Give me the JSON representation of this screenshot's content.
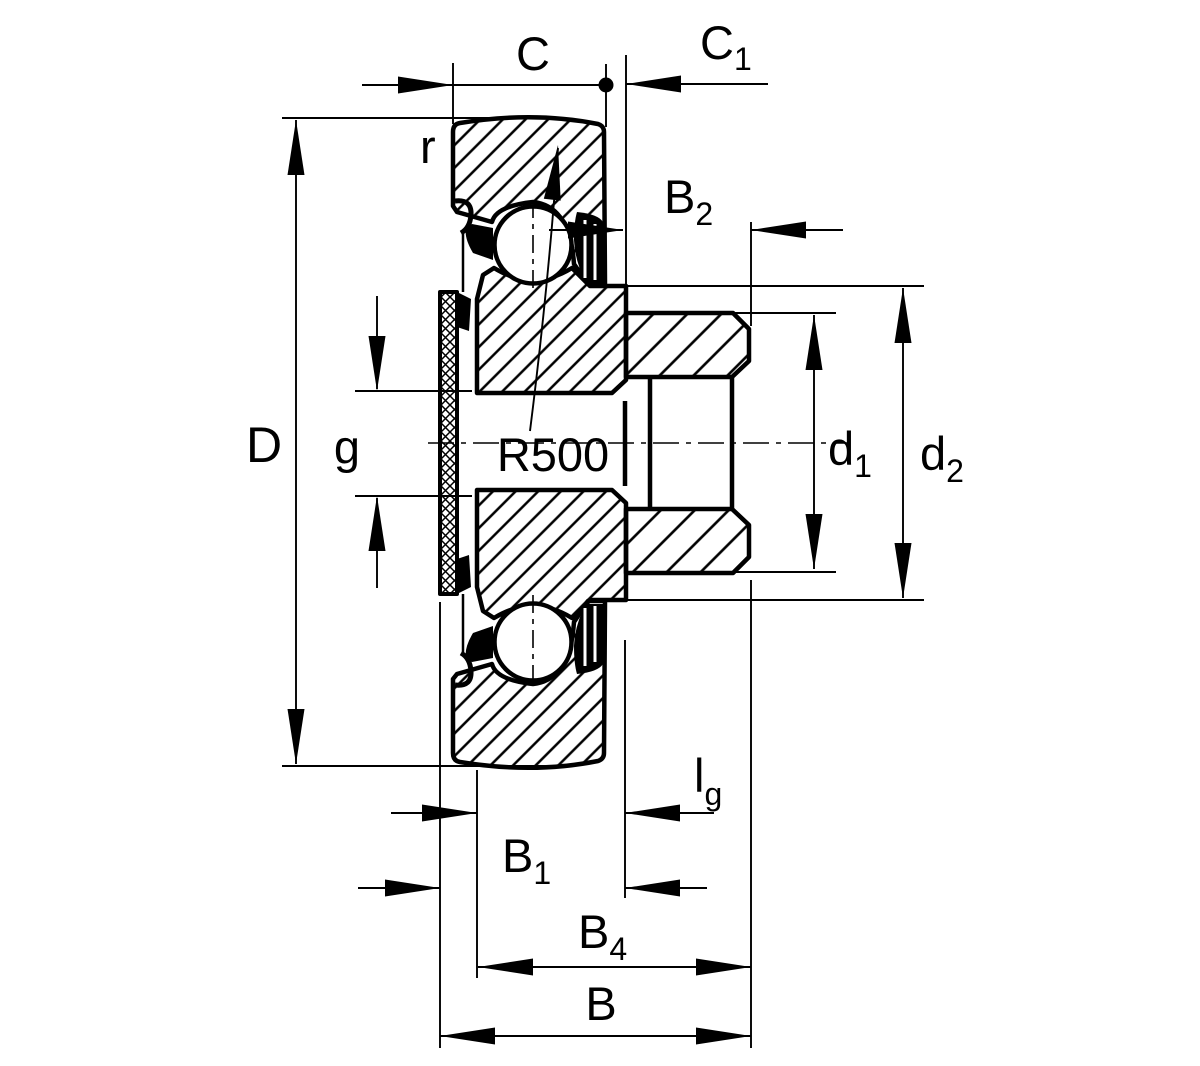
{
  "drawing": {
    "type": "bearing-cross-section",
    "radius_annotation": "R500",
    "colors": {
      "line": "#000000",
      "background": "#ffffff",
      "seal_fill": "#000000"
    },
    "labels": {
      "C": "C",
      "C1_base": "C",
      "C1_sub": "1",
      "B2_base": "B",
      "B2_sub": "2",
      "r": "r",
      "D": "D",
      "g": "g",
      "R500": "R500",
      "d1_base": "d",
      "d1_sub": "1",
      "d2_base": "d",
      "d2_sub": "2",
      "lg_base": "l",
      "lg_sub": "g",
      "B1_base": "B",
      "B1_sub": "1",
      "B4_base": "B",
      "B4_sub": "4",
      "B": "B"
    }
  }
}
